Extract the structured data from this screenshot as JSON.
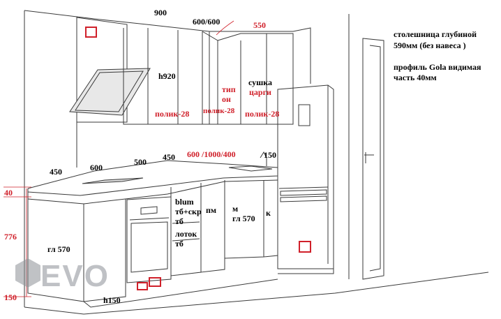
{
  "dimensions_top": {
    "d900": "900",
    "d600_600": "600/600",
    "d550": "550",
    "h920": "h920"
  },
  "upper_cabinets": {
    "shelf_left": "полик-28",
    "shelf_mid": "полик-28",
    "shelf_right": "полик-28",
    "oven_type_line1": "тип",
    "oven_type_line2": "он",
    "dryer": "сушка",
    "tsargi": "царги"
  },
  "countertop_widths": {
    "w450_left": "450",
    "w600": "600",
    "w500": "500",
    "w450_right": "450",
    "w600_1000_400": "600 /1000/400",
    "w150": "150"
  },
  "left_dims": {
    "d40": "40",
    "d776": "776",
    "d150": "150"
  },
  "base_cabinets": {
    "depth_left": "гл 570",
    "blum": "blum",
    "tb_skr": "тб+скр",
    "tb1": "тб",
    "lotok": "лоток",
    "tb2": "тб",
    "pm": "пм",
    "m": "м",
    "gl570": "гл 570",
    "k": "к",
    "h150": "h150"
  },
  "notes": {
    "countertop_line1": "столешница глубиной",
    "countertop_line2": "590мм   (без навеса )",
    "gola_line1": "профиль Gola видимая",
    "gola_line2": "часть  40мм"
  },
  "logo": {
    "text": "EVO"
  },
  "colors": {
    "line": "#3a3a3a",
    "accent_red": "#d0202a",
    "marker_red": "#d0202a",
    "logo_gray": "#8c8f96"
  }
}
